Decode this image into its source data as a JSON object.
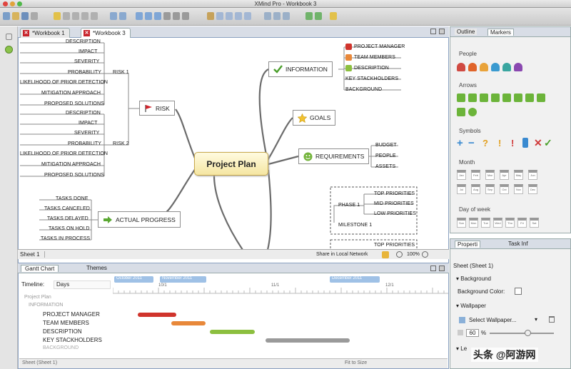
{
  "window": {
    "title": "XMind Pro - Workbook 3"
  },
  "editor_tabs": [
    {
      "label": "*Workbook 1"
    },
    {
      "label": "*Workbook 3"
    }
  ],
  "central": {
    "label": "Project Plan"
  },
  "risk": {
    "label": "RISK",
    "risk1": "RISK 1",
    "risk2": "RISK 2",
    "items": [
      "DESCRIPTION",
      "IMPACT",
      "SEVERITY",
      "PROBABILITY",
      "LIKELIHOOD OF PRIOR DETECTION",
      "MITIGATION APPROACH",
      "PROPOSED SOLUTIONS"
    ]
  },
  "progress": {
    "label": "ACTUAL PROGRESS",
    "items": [
      "TASKS DONE",
      "TASKS CANCELED",
      "TASKS DELAYED",
      "TASKS ON HOLD",
      "TASKS IN PROCESS"
    ]
  },
  "information": {
    "label": "INFORMATION",
    "items": [
      "PROJECT MANAGER",
      "TEAM MEMBERS",
      "DESCRIPTION",
      "KEY STACKHOLDERS",
      "BACKGROUND"
    ]
  },
  "goals": {
    "label": "GOALS"
  },
  "requirements": {
    "label": "REQUIREMENTS",
    "items": [
      "BUDGET",
      "PEOPLE",
      "ASSETS"
    ]
  },
  "phase": {
    "label": "PHASE 1",
    "items": [
      "TOP PRIORITIES",
      "MID PRIORITIES",
      "LOW PRIORITIES"
    ]
  },
  "milestone": {
    "label": "MILESTONE 1"
  },
  "phase_next": {
    "item": "TOP PRIORITIES"
  },
  "sheetbar": {
    "sheet": "Sheet 1",
    "share": "Share in Local Network",
    "zoom": "100%"
  },
  "gantt": {
    "tab1": "Gantt Chart",
    "tab2": "Themes",
    "timeline_label": "Timeline:",
    "timeline_value": "Days",
    "month1": "October 2011",
    "month2": "November 2011",
    "month3": "December 2011",
    "ticks": [
      "10/1",
      "11/1",
      "12/1"
    ],
    "rows": [
      "Project Plan",
      "INFORMATION",
      "PROJECT MANAGER",
      "TEAM MEMBERS",
      "DESCRIPTION",
      "KEY STACKHOLDERS",
      "BACKGROUND"
    ],
    "bar_colors": [
      "#d0342c",
      "#e8883a",
      "#8cbf3f",
      "#9a9a9a"
    ]
  },
  "markers": {
    "tab1": "Outline",
    "tab2": "Markers",
    "people": "People",
    "arrows": "Arrows",
    "symbols": "Symbols",
    "month": "Month",
    "dow": "Day of week",
    "months": [
      "Jan",
      "Feb",
      "Mar",
      "Apr",
      "May",
      "Jun",
      "Jul",
      "Aug",
      "Sep",
      "Oct",
      "Nov",
      "Dec"
    ],
    "days": [
      "Sun",
      "Mon",
      "Tue",
      "Wed",
      "Thu",
      "Fri",
      "Sat"
    ]
  },
  "properties": {
    "tab1": "Properti",
    "tab2": "Task Inf",
    "sheet": "Sheet (Sheet 1)",
    "background": "Background",
    "bgcolor": "Background Color:",
    "wallpaper": "Wallpaper",
    "select": "Select Wallpaper...",
    "percent": "60",
    "pct_sign": "%",
    "layout": "Le"
  },
  "bottom": {
    "sheet": "Sheet (Sheet 1)",
    "zoom_fit": "Fit to Size"
  },
  "watermark": {
    "text": "头条 @阿游网"
  }
}
